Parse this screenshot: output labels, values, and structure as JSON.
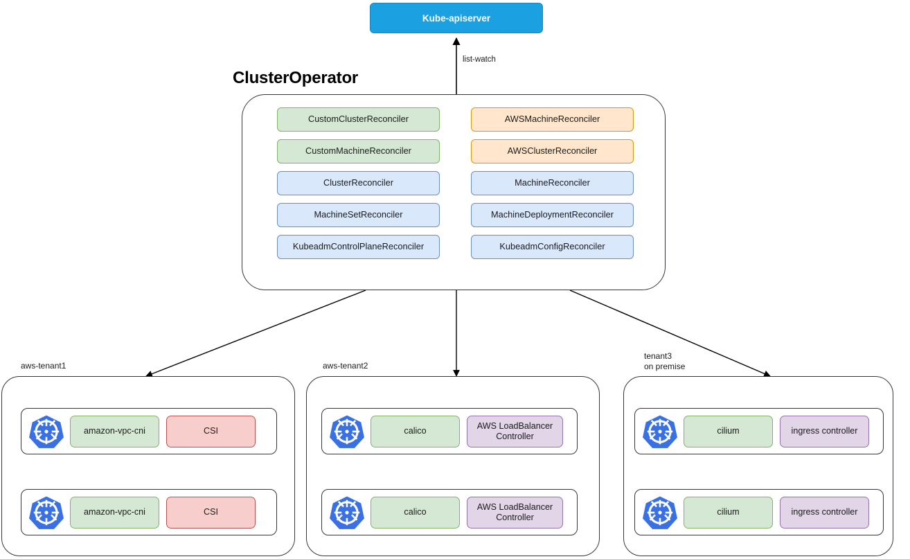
{
  "diagram": {
    "apiserver": {
      "label": "Kube-apiserver",
      "color": "#1ba1e2"
    },
    "edges": {
      "list_watch_label": "list-watch"
    },
    "operator": {
      "title": "ClusterOperator",
      "reconcilers": [
        {
          "label": "CustomClusterReconciler",
          "color": "green"
        },
        {
          "label": "AWSMachineReconciler",
          "color": "orange"
        },
        {
          "label": "CustomMachineReconciler",
          "color": "green"
        },
        {
          "label": "AWSClusterReconciler",
          "color": "orange"
        },
        {
          "label": "ClusterReconciler",
          "color": "blue"
        },
        {
          "label": "MachineReconciler",
          "color": "blue"
        },
        {
          "label": "MachineSetReconciler",
          "color": "blue"
        },
        {
          "label": "MachineDeploymentReconciler",
          "color": "blue"
        },
        {
          "label": "KubeadmControlPlaneReconciler",
          "color": "blue"
        },
        {
          "label": "KubeadmConfigReconciler",
          "color": "blue"
        }
      ]
    },
    "tenants": [
      {
        "label": "aws-tenant1",
        "clusters": [
          {
            "icon": "kubernetes-logo",
            "addons": [
              {
                "label": "amazon-vpc-cni",
                "color": "green"
              },
              {
                "label": "CSI",
                "color": "red"
              }
            ]
          },
          {
            "icon": "kubernetes-logo",
            "addons": [
              {
                "label": "amazon-vpc-cni",
                "color": "green"
              },
              {
                "label": "CSI",
                "color": "red"
              }
            ]
          }
        ]
      },
      {
        "label": "aws-tenant2",
        "clusters": [
          {
            "icon": "kubernetes-logo",
            "addons": [
              {
                "label": "calico",
                "color": "green"
              },
              {
                "label": "AWS LoadBalancer Controller",
                "color": "purple"
              }
            ]
          },
          {
            "icon": "kubernetes-logo",
            "addons": [
              {
                "label": "calico",
                "color": "green"
              },
              {
                "label": "AWS LoadBalancer Controller",
                "color": "purple"
              }
            ]
          }
        ]
      },
      {
        "label": "tenant3\non premise",
        "clusters": [
          {
            "icon": "kubernetes-logo",
            "addons": [
              {
                "label": "cilium",
                "color": "green"
              },
              {
                "label": "ingress controller",
                "color": "purple"
              }
            ]
          },
          {
            "icon": "kubernetes-logo",
            "addons": [
              {
                "label": "cilium",
                "color": "green"
              },
              {
                "label": "ingress controller",
                "color": "purple"
              }
            ]
          }
        ]
      }
    ],
    "palette": {
      "green_fill": "#d5e8d4",
      "green_stroke": "#82b366",
      "orange_fill": "#ffe6cc",
      "orange_stroke": "#d79b00",
      "blue_fill": "#dae8fc",
      "blue_stroke": "#6c8ebf",
      "red_fill": "#f8cecc",
      "red_stroke": "#b85450",
      "purple_fill": "#e1d5e7",
      "purple_stroke": "#9673a6",
      "k8s_blue": "#3970e4",
      "edge_stroke": "#000000"
    }
  }
}
